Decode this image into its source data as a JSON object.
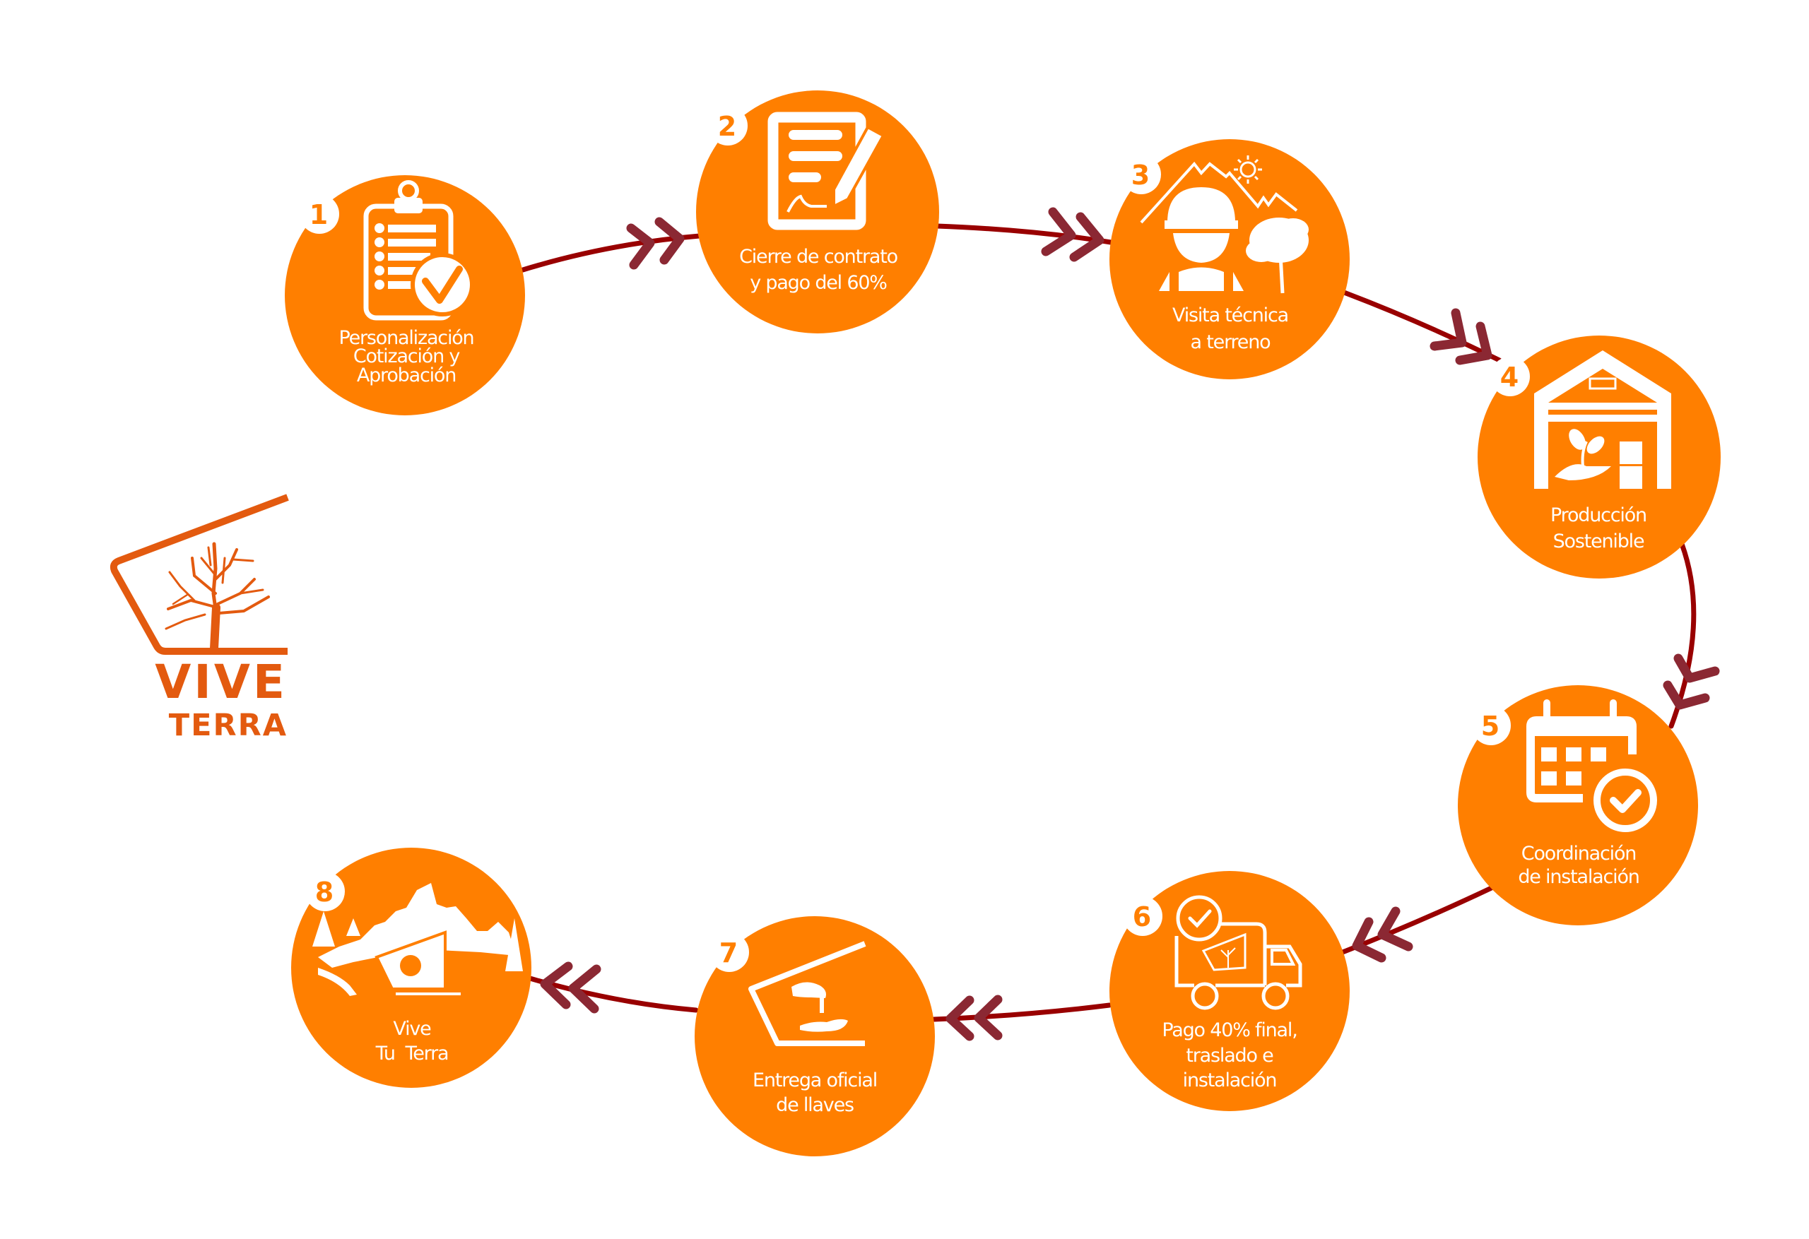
{
  "colors": {
    "step_fill": "#FF7F00",
    "icon_fill": "#FFFFFF",
    "connector_line": "#990000",
    "chevron": "#8B2833",
    "logo": "#E35A0F",
    "background": "#FFFFFF"
  },
  "logo": {
    "line1": "VIVE",
    "line2": "TERRA",
    "icon": "house-tree-logo-icon"
  },
  "steps": [
    {
      "number": "1",
      "icon": "clipboard-check-icon",
      "label_lines": [
        "Personalización",
        "Cotización y",
        "Aprobación"
      ]
    },
    {
      "number": "2",
      "icon": "contract-signature-icon",
      "label_lines": [
        "Cierre de contrato",
        "y pago del 60%"
      ]
    },
    {
      "number": "3",
      "icon": "engineer-mountain-tree-icon",
      "label_lines": [
        "Visita técnica",
        "a terreno"
      ]
    },
    {
      "number": "4",
      "icon": "warehouse-plant-icon",
      "label_lines": [
        "Producción",
        "Sostenible"
      ]
    },
    {
      "number": "5",
      "icon": "calendar-check-icon",
      "label_lines": [
        "Coordinación",
        "de instalación"
      ]
    },
    {
      "number": "6",
      "icon": "delivery-truck-icon",
      "label_lines": [
        "Pago 40% final,",
        "traslado e",
        "instalación"
      ]
    },
    {
      "number": "7",
      "icon": "key-handover-icon",
      "label_lines": [
        "Entrega oficial",
        "de llaves"
      ]
    },
    {
      "number": "8",
      "icon": "mountain-cabin-icon",
      "label_lines": [
        "Vive",
        "Tu  Terra"
      ]
    }
  ],
  "connectors": [
    {
      "from": "1",
      "to": "2",
      "marker": "double-chevron"
    },
    {
      "from": "2",
      "to": "3",
      "marker": "double-chevron"
    },
    {
      "from": "3",
      "to": "4",
      "marker": "double-chevron"
    },
    {
      "from": "4",
      "to": "5",
      "marker": "double-chevron"
    },
    {
      "from": "5",
      "to": "6",
      "marker": "double-chevron"
    },
    {
      "from": "6",
      "to": "7",
      "marker": "double-chevron"
    },
    {
      "from": "7",
      "to": "8",
      "marker": "double-chevron"
    }
  ]
}
